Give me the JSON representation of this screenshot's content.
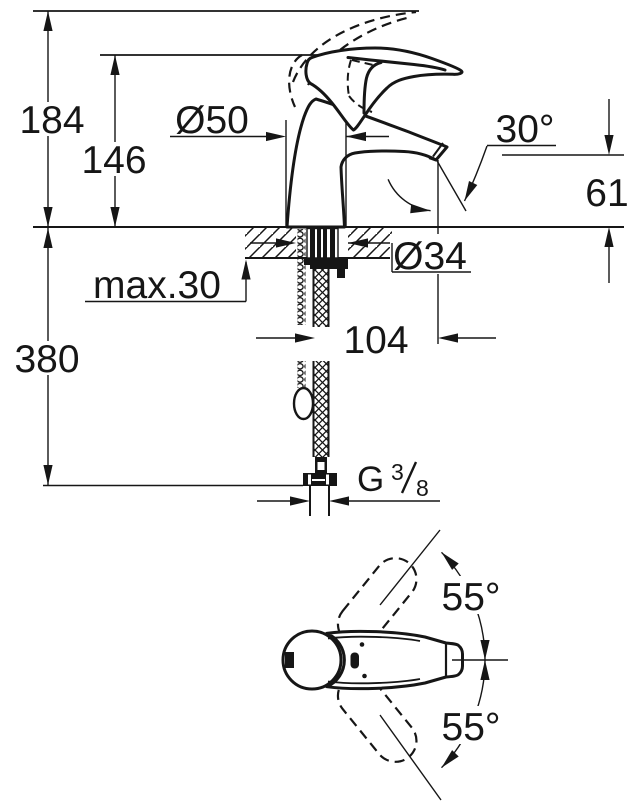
{
  "colors": {
    "line": "#161616",
    "background": "#ffffff"
  },
  "side_view": {
    "total_height": "184",
    "lever_height": "146",
    "body_diameter": "Ø50",
    "spout_angle": "30°",
    "outlet_height": "61",
    "max_deck_thickness": "max.30",
    "hole_diameter": "Ø34",
    "hose_drop": "380",
    "spout_projection": "104",
    "thread_prefix": "G",
    "thread_numerator": "3",
    "thread_denominator": "8"
  },
  "top_view": {
    "handle_swing_up": "55°",
    "handle_swing_down": "55°"
  }
}
